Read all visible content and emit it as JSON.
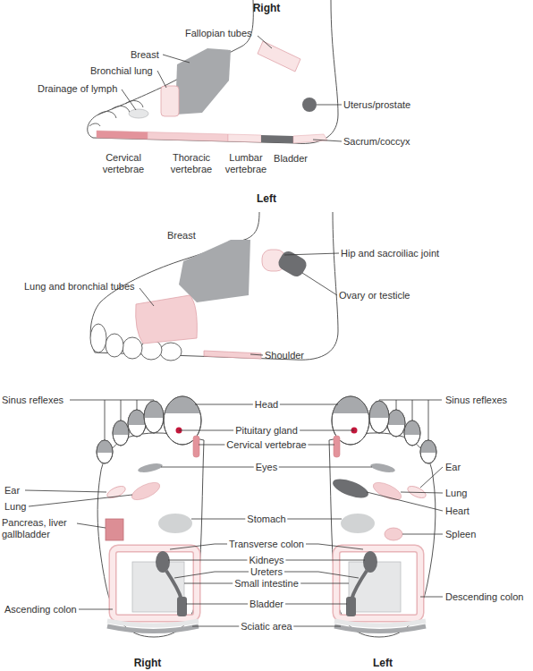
{
  "diagram": {
    "labels": [
      "Right",
      "Fallopian tubes",
      "Breast",
      "Bronchial lung",
      "Drainage of lymph",
      "Uterus/prostate",
      "Sacrum/coccyx",
      "Cervical vertebrae",
      "Thoracic vertebrae",
      "Lumbar vertebrae",
      "Bladder",
      "Left",
      "Breast",
      "Hip and sacroiliac joint",
      "Lung and bronchial tubes",
      "Ovary or testicle",
      "Shoulder",
      "Sinus reflexes",
      "Head",
      "Sinus reflexes",
      "Pituitary gland",
      "Cervical vertebrae",
      "Eyes",
      "Ear",
      "Ear",
      "Lung",
      "Lung",
      "Heart",
      "Pancreas, liver gallbladder",
      "Stomach",
      "Spleen",
      "Transverse colon",
      "Kidneys",
      "Ureters",
      "Small intestine",
      "Descending colon",
      "Ascending colon",
      "Bladder",
      "Sciatic area",
      "Right",
      "Left"
    ]
  }
}
